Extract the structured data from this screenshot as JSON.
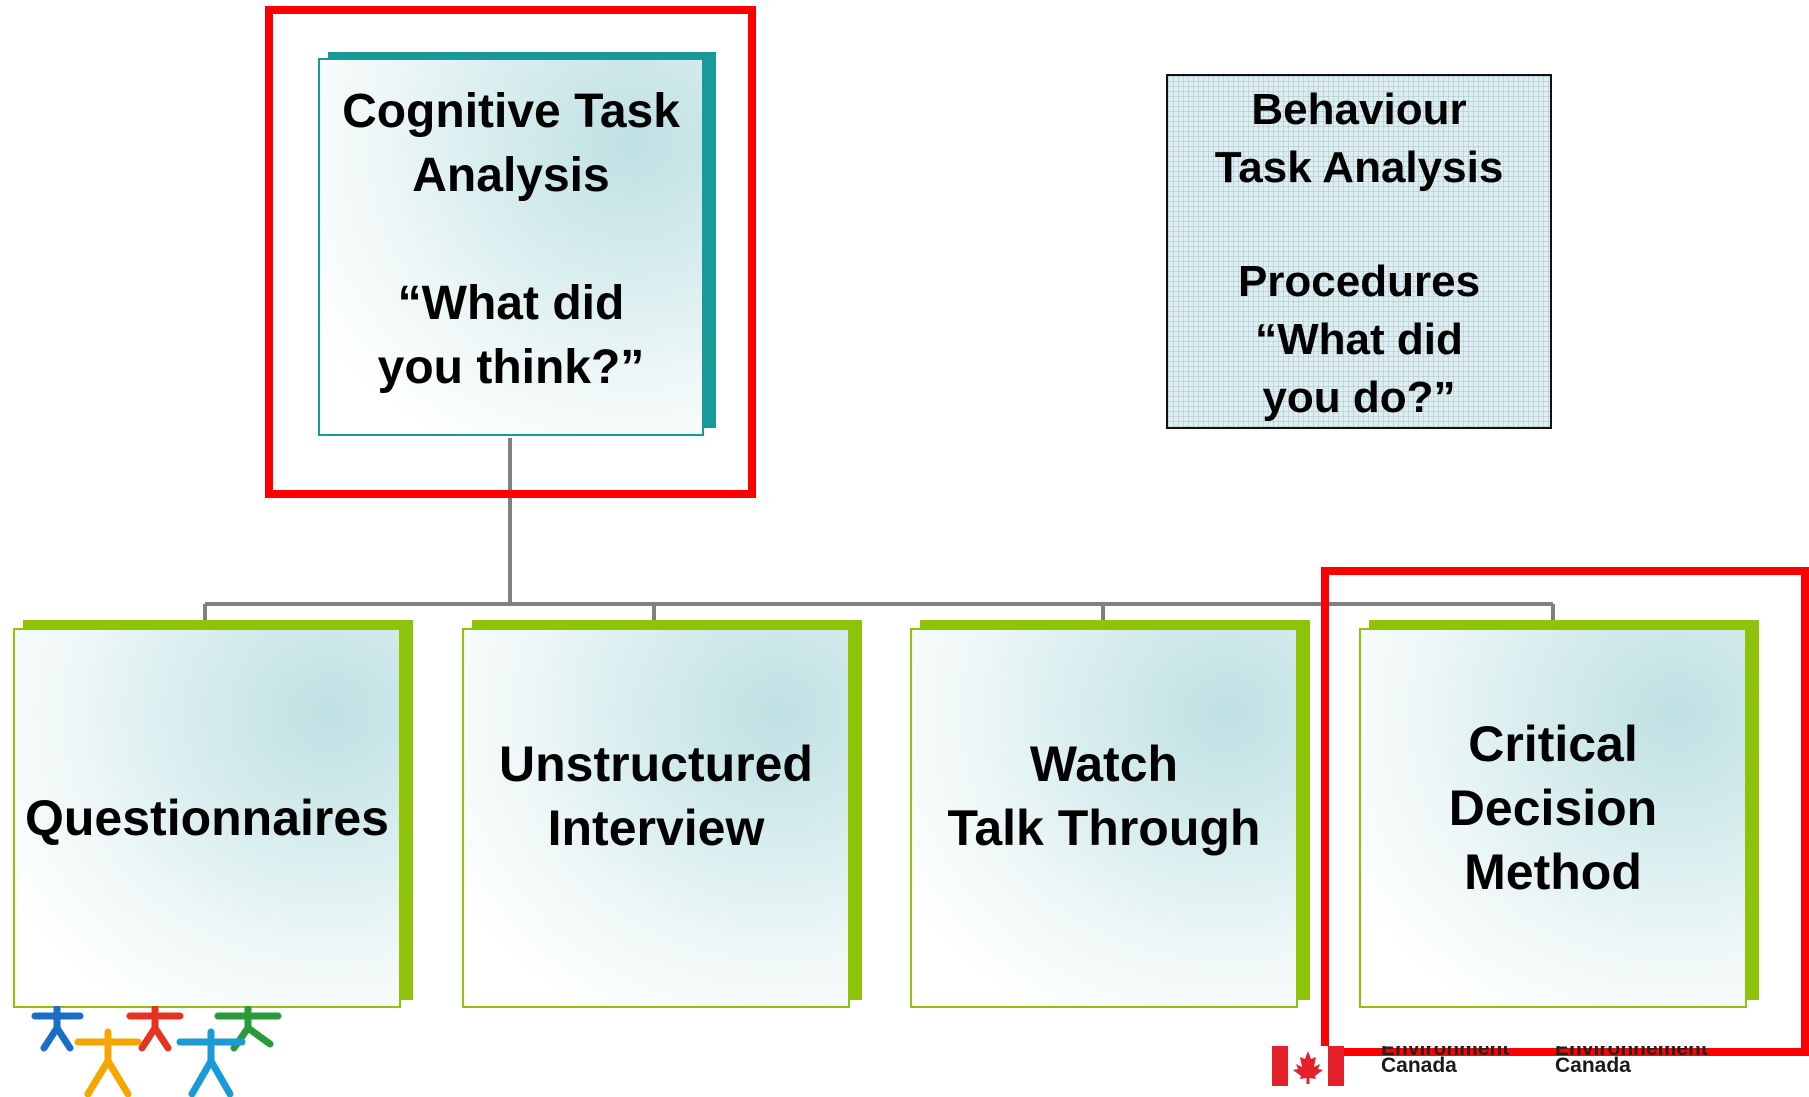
{
  "top_node": {
    "lines": [
      "Cognitive Task",
      "Analysis",
      "",
      "“What did",
      "you think?”"
    ]
  },
  "behaviour_box": {
    "lines": [
      "Behaviour",
      "Task Analysis",
      "",
      "Procedures",
      "“What did",
      "you do?”"
    ]
  },
  "children": [
    {
      "lines": [
        "Questionnaires"
      ]
    },
    {
      "lines": [
        "Unstructured",
        "Interview"
      ]
    },
    {
      "lines": [
        "Watch",
        "Talk Through"
      ]
    },
    {
      "lines": [
        "Critical",
        "Decision",
        "Method"
      ]
    }
  ],
  "highlighted": [
    "Cognitive Task Analysis",
    "Critical Decision Method"
  ],
  "footer": {
    "logo_left": "colored-asterisk-figures-logo",
    "logo_right": "canada-flag-icon",
    "env_label_1_top": "Environment",
    "env_label_1_bottom": "Canada",
    "env_label_2_top": "Environnement",
    "env_label_2_bottom": "Canada"
  },
  "colors": {
    "highlight_red": "#ff0000",
    "top_node_border": "#179a98",
    "child_node_border": "#8dc40a",
    "connector": "#808080",
    "logo_blue": "#1a6fc4",
    "logo_red": "#e53222",
    "logo_green": "#2a9b3a",
    "logo_orange": "#f7a600",
    "logo_cyan": "#1a9ad6",
    "flag_red": "#e4202a"
  }
}
